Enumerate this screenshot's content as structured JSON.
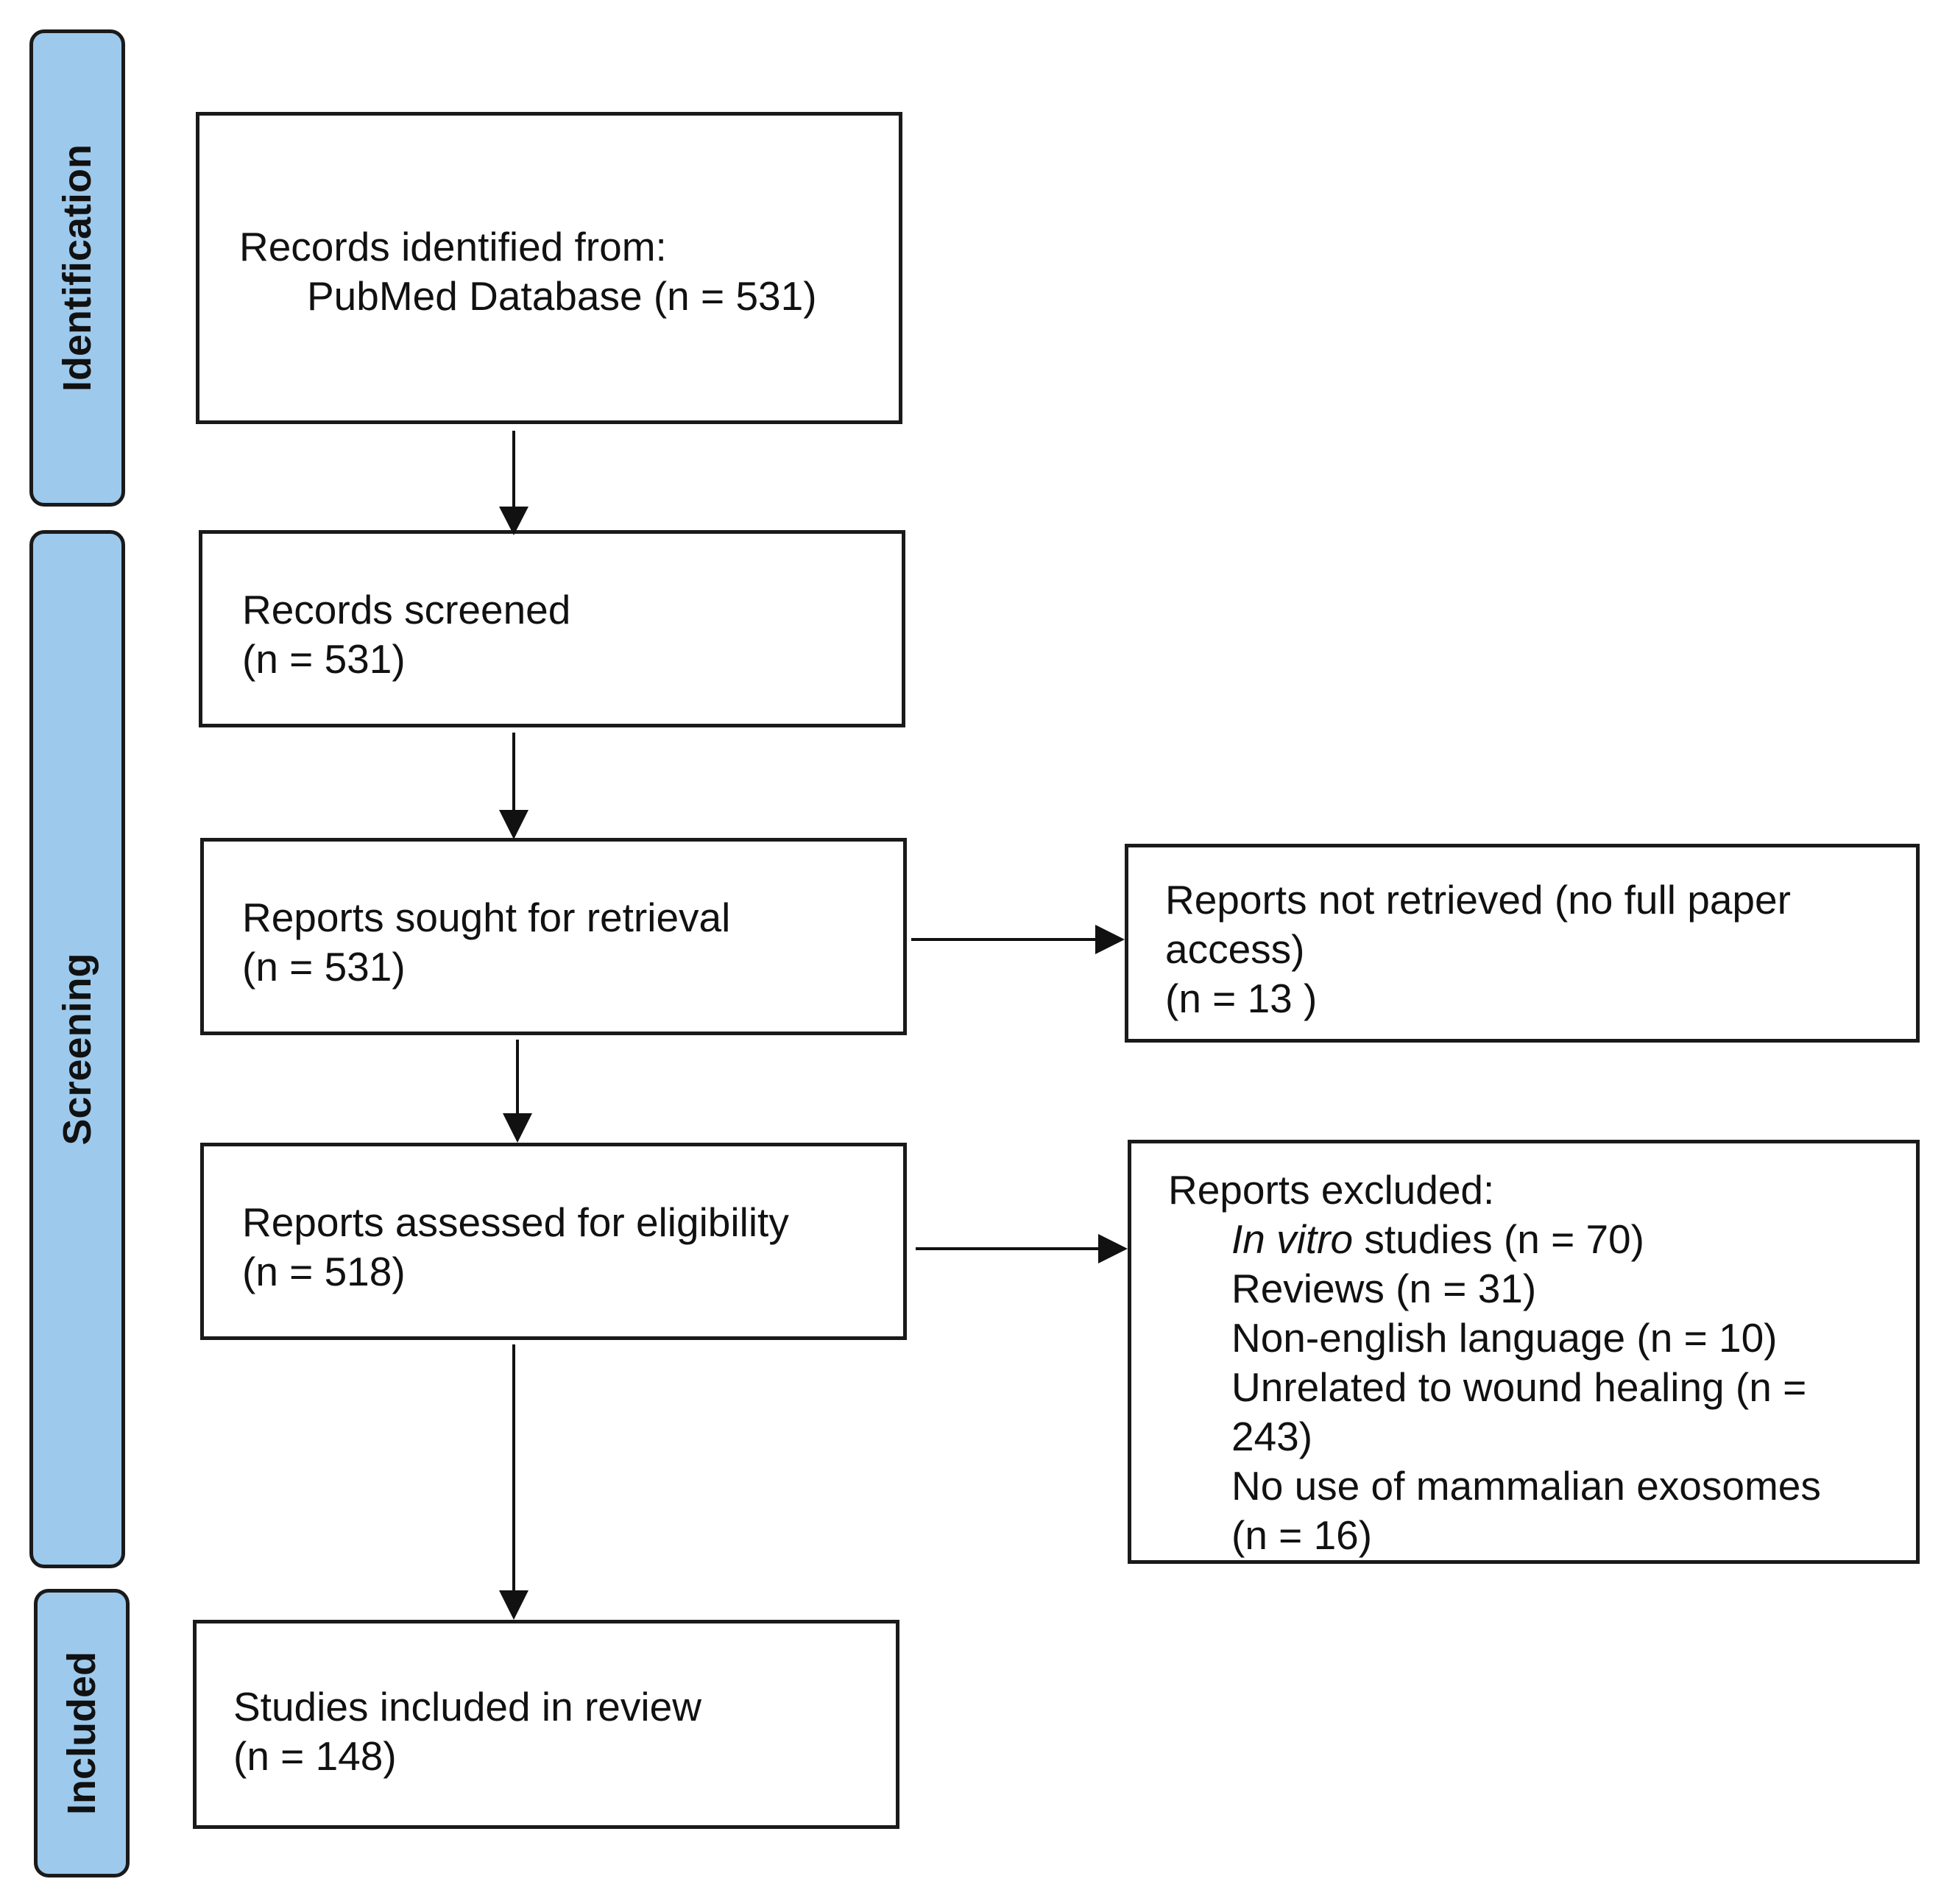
{
  "stages": {
    "identification": "Identification",
    "screening": "Screening",
    "included": "Included"
  },
  "boxes": {
    "records_identified": {
      "line1": "Records identified from:",
      "line2": "PubMed Database (n = 531)"
    },
    "records_screened": {
      "line1": "Records screened",
      "line2": "(n = 531)"
    },
    "reports_sought": {
      "line1": "Reports sought for retrieval",
      "line2": "(n = 531)"
    },
    "reports_not_retrieved": {
      "line1": "Reports not retrieved (no full paper",
      "line2": "access)",
      "line3": "(n = 13 )"
    },
    "reports_assessed": {
      "line1": "Reports assessed for eligibility",
      "line2": "(n = 518)"
    },
    "reports_excluded": {
      "title": "Reports excluded:",
      "in_vitro_italic": "In vitro",
      "in_vitro_rest": " studies (n = 70)",
      "reviews": "Reviews (n = 31)",
      "non_english": "Non-english language (n = 10)",
      "unrelated_1": "Unrelated to wound healing (n =",
      "unrelated_2": "243)",
      "no_mammalian_1": "No use of mammalian exosomes",
      "no_mammalian_2": "(n = 16)"
    },
    "studies_included": {
      "line1": "Studies included in review",
      "line2": "(n = 148)"
    }
  },
  "colors": {
    "stage_fill": "#9dc9ec",
    "border": "#1a1a1a",
    "text": "#111111"
  }
}
